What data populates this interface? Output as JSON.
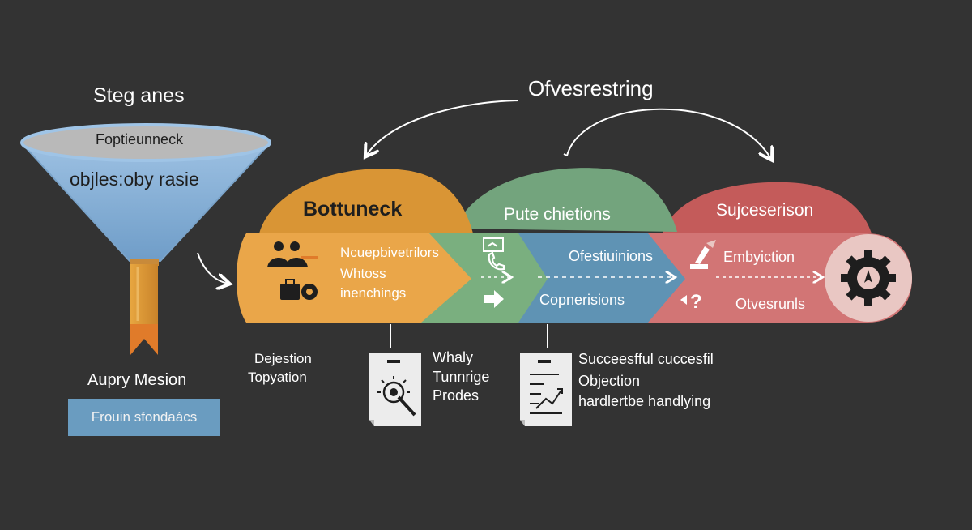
{
  "funnel": {
    "title": "Steg anes",
    "rim_label": "Foptieunneck",
    "body_label": "objles:oby rasie",
    "bottom_label": "Aupry Mesion",
    "box_label": "Frouin sfondaács"
  },
  "top_label": "Ofvesrestring",
  "stages": [
    {
      "title": "Bottuneck",
      "lines": [
        "Ncuepbivetrilors",
        "Whtoss",
        "inenchings"
      ],
      "color": "#e5a443"
    },
    {
      "title": "Pute chietions",
      "lines": [
        "Ofestiuinions",
        "Copnerisions"
      ],
      "color": "#74a87a"
    },
    {
      "title": "Sujceserison",
      "lines": [
        "Embyiction",
        "Otvesrunls"
      ],
      "color": "#c45b5a"
    }
  ],
  "bottom_notes": {
    "left": [
      "Dejestion",
      "Topyation"
    ],
    "middle": [
      "Whaly",
      "Tunnrige",
      "Prodes"
    ],
    "right": [
      "Succeesfful cuccesfil",
      "Objection",
      "hardlertbe handlying"
    ]
  },
  "colors": {
    "background": "#333333",
    "funnel": "#8fb4d8",
    "stage_blue": "#5f93b4",
    "accent_orange": "#e07b2a"
  },
  "icons": [
    "people-icon",
    "briefcase-gear-icon",
    "presentation-icon",
    "phone-icon",
    "arrow-right-icon",
    "hand-pointer-icon",
    "question-icon",
    "gear-icon",
    "target-document-icon",
    "chart-document-icon"
  ]
}
